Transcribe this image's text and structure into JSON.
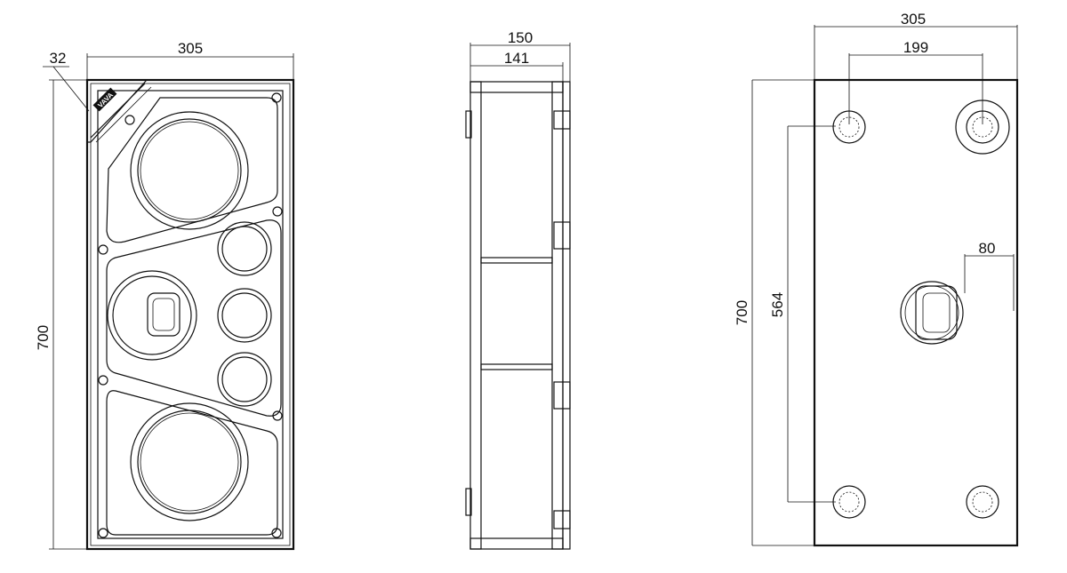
{
  "front_view": {
    "width_label": "305",
    "height_label": "700",
    "chamfer_label": "32",
    "logo_text": "VAVA"
  },
  "side_view": {
    "outer_depth_label": "150",
    "inner_depth_label": "141"
  },
  "rear_view": {
    "width_label": "305",
    "height_label": "700",
    "port_spacing_h_label": "199",
    "port_spacing_v_label": "564",
    "terminal_offset_label": "80"
  }
}
